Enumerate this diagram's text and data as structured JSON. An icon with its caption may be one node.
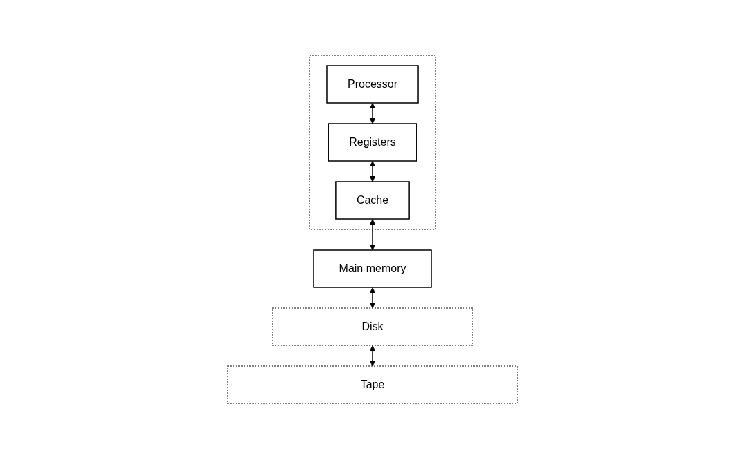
{
  "diagram": {
    "nodes": [
      {
        "text": [],
        "shape": "box"
      },
      {
        "text": [
          "Processor"
        ],
        "in": 0
      },
      {
        "text": [
          "Registers"
        ],
        "in": 0
      },
      {
        "text": [
          "Cache"
        ],
        "in": 0
      },
      {
        "text": [
          "Main memory"
        ]
      },
      {
        "text": [
          "Disk"
        ]
      },
      {
        "text": [
          "Tape"
        ]
      }
    ],
    "edges": [
      {
        "from": 1,
        "to": 2,
        "arrow": "both"
      },
      {
        "from": 2,
        "to": 3,
        "arrow": "both"
      },
      {
        "from": 3,
        "to": 4,
        "arrow": "both"
      },
      {
        "from": 4,
        "to": 5,
        "arrow": "both"
      },
      {
        "from": 5,
        "to": 6,
        "arrow": "both"
      }
    ]
  }
}
